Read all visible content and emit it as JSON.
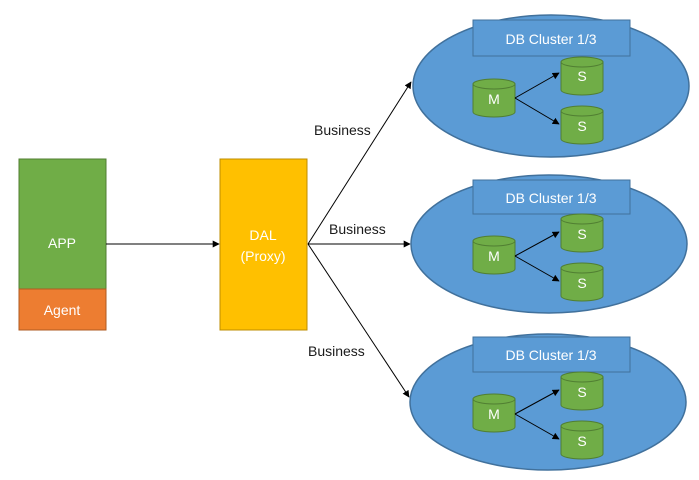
{
  "app": {
    "label": "APP",
    "agent_label": "Agent",
    "app_color": "#70ad47",
    "agent_color": "#ed7d31"
  },
  "dal": {
    "label_line1": "DAL",
    "label_line2": "(Proxy)",
    "color": "#ffc000"
  },
  "edges": [
    {
      "label": "Business"
    },
    {
      "label": "Business"
    },
    {
      "label": "Business"
    }
  ],
  "clusters": [
    {
      "title": "DB Cluster 1/3",
      "master": "M",
      "slaves": [
        "S",
        "S"
      ]
    },
    {
      "title": "DB Cluster 1/3",
      "master": "M",
      "slaves": [
        "S",
        "S"
      ]
    },
    {
      "title": "DB Cluster 1/3",
      "master": "M",
      "slaves": [
        "S",
        "S"
      ]
    }
  ],
  "colors": {
    "cluster_fill": "#5b9bd5",
    "cluster_stroke": "#41719c",
    "db_fill": "#70ad47",
    "db_stroke": "#507e32"
  }
}
